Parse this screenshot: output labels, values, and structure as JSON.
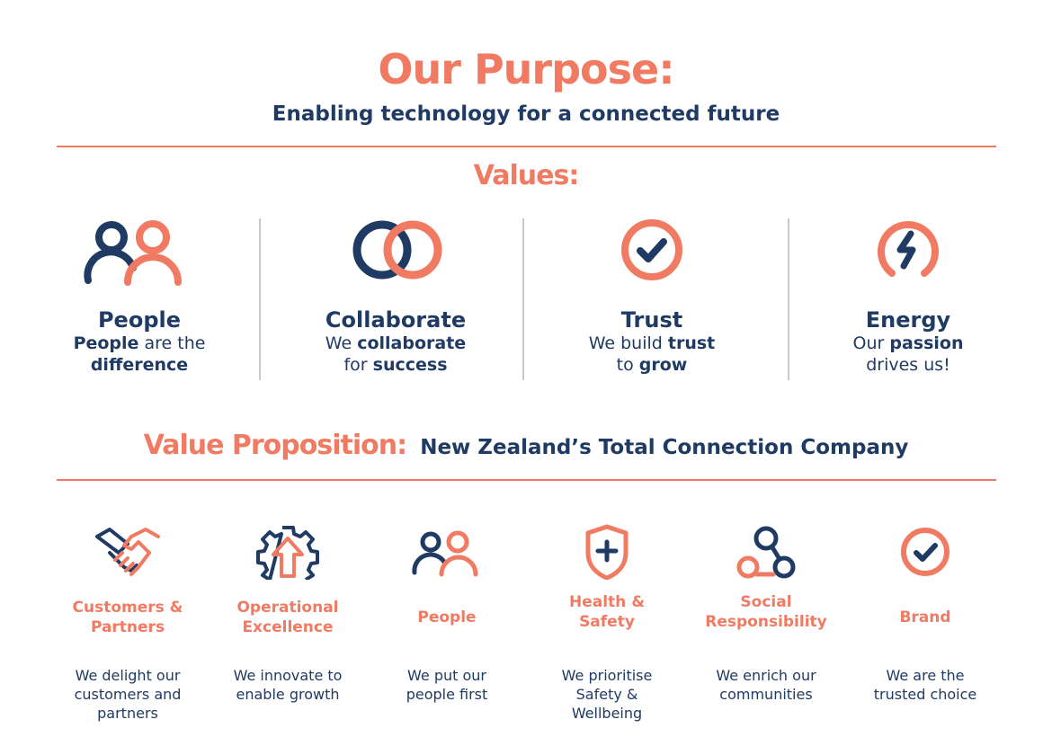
{
  "purpose": {
    "title": "Our Purpose:",
    "subtitle": "Enabling technology for a connected future"
  },
  "values": {
    "title": "Values:",
    "items": [
      {
        "icon": "people-icon",
        "name": "People",
        "desc1_b": "People",
        "desc1_t": " are the",
        "desc2_t": "",
        "desc2_b": "difference"
      },
      {
        "icon": "collaborate-rings-icon",
        "name": "Collaborate",
        "desc1_t": "We ",
        "desc1_b": "collaborate",
        "desc2_t": "for ",
        "desc2_b": "success"
      },
      {
        "icon": "trust-check-icon",
        "name": "Trust",
        "desc1_t": "We build ",
        "desc1_b": "trust",
        "desc2_t": "to ",
        "desc2_b": "grow"
      },
      {
        "icon": "energy-bolt-icon",
        "name": "Energy",
        "desc1_t": "Our ",
        "desc1_b": "passion",
        "desc2_t": "drives us!",
        "desc2_b": ""
      }
    ]
  },
  "value_proposition": {
    "label": "Value Proposition:",
    "text": "New Zealand’s Total Connection Company",
    "items": [
      {
        "icon": "handshake-icon",
        "name_1": "Customers &",
        "name_2": "Partners",
        "desc_1": "We delight our",
        "desc_2": "customers and",
        "desc_3": "partners"
      },
      {
        "icon": "gear-arrow-icon",
        "name_1": "Operational",
        "name_2": "Excellence",
        "desc_1": "We innovate to",
        "desc_2": "enable growth",
        "desc_3": ""
      },
      {
        "icon": "people-icon",
        "name_1": "People",
        "name_2": "",
        "desc_1": "We put our",
        "desc_2": "people first",
        "desc_3": ""
      },
      {
        "icon": "shield-plus-icon",
        "name_1": "Health &",
        "name_2": "Safety",
        "desc_1": "We prioritise",
        "desc_2": "Safety &",
        "desc_3": "Wellbeing"
      },
      {
        "icon": "community-icon",
        "name_1": "Social",
        "name_2": "Responsibility",
        "desc_1": "We enrich our",
        "desc_2": "communities",
        "desc_3": ""
      },
      {
        "icon": "check-circle-icon",
        "name_1": "Brand",
        "name_2": "",
        "desc_1": "We are the",
        "desc_2": "trusted choice",
        "desc_3": ""
      }
    ]
  },
  "colors": {
    "accent": "#f07b62",
    "navy": "#1f3a63",
    "divider": "#c9c9c9"
  }
}
